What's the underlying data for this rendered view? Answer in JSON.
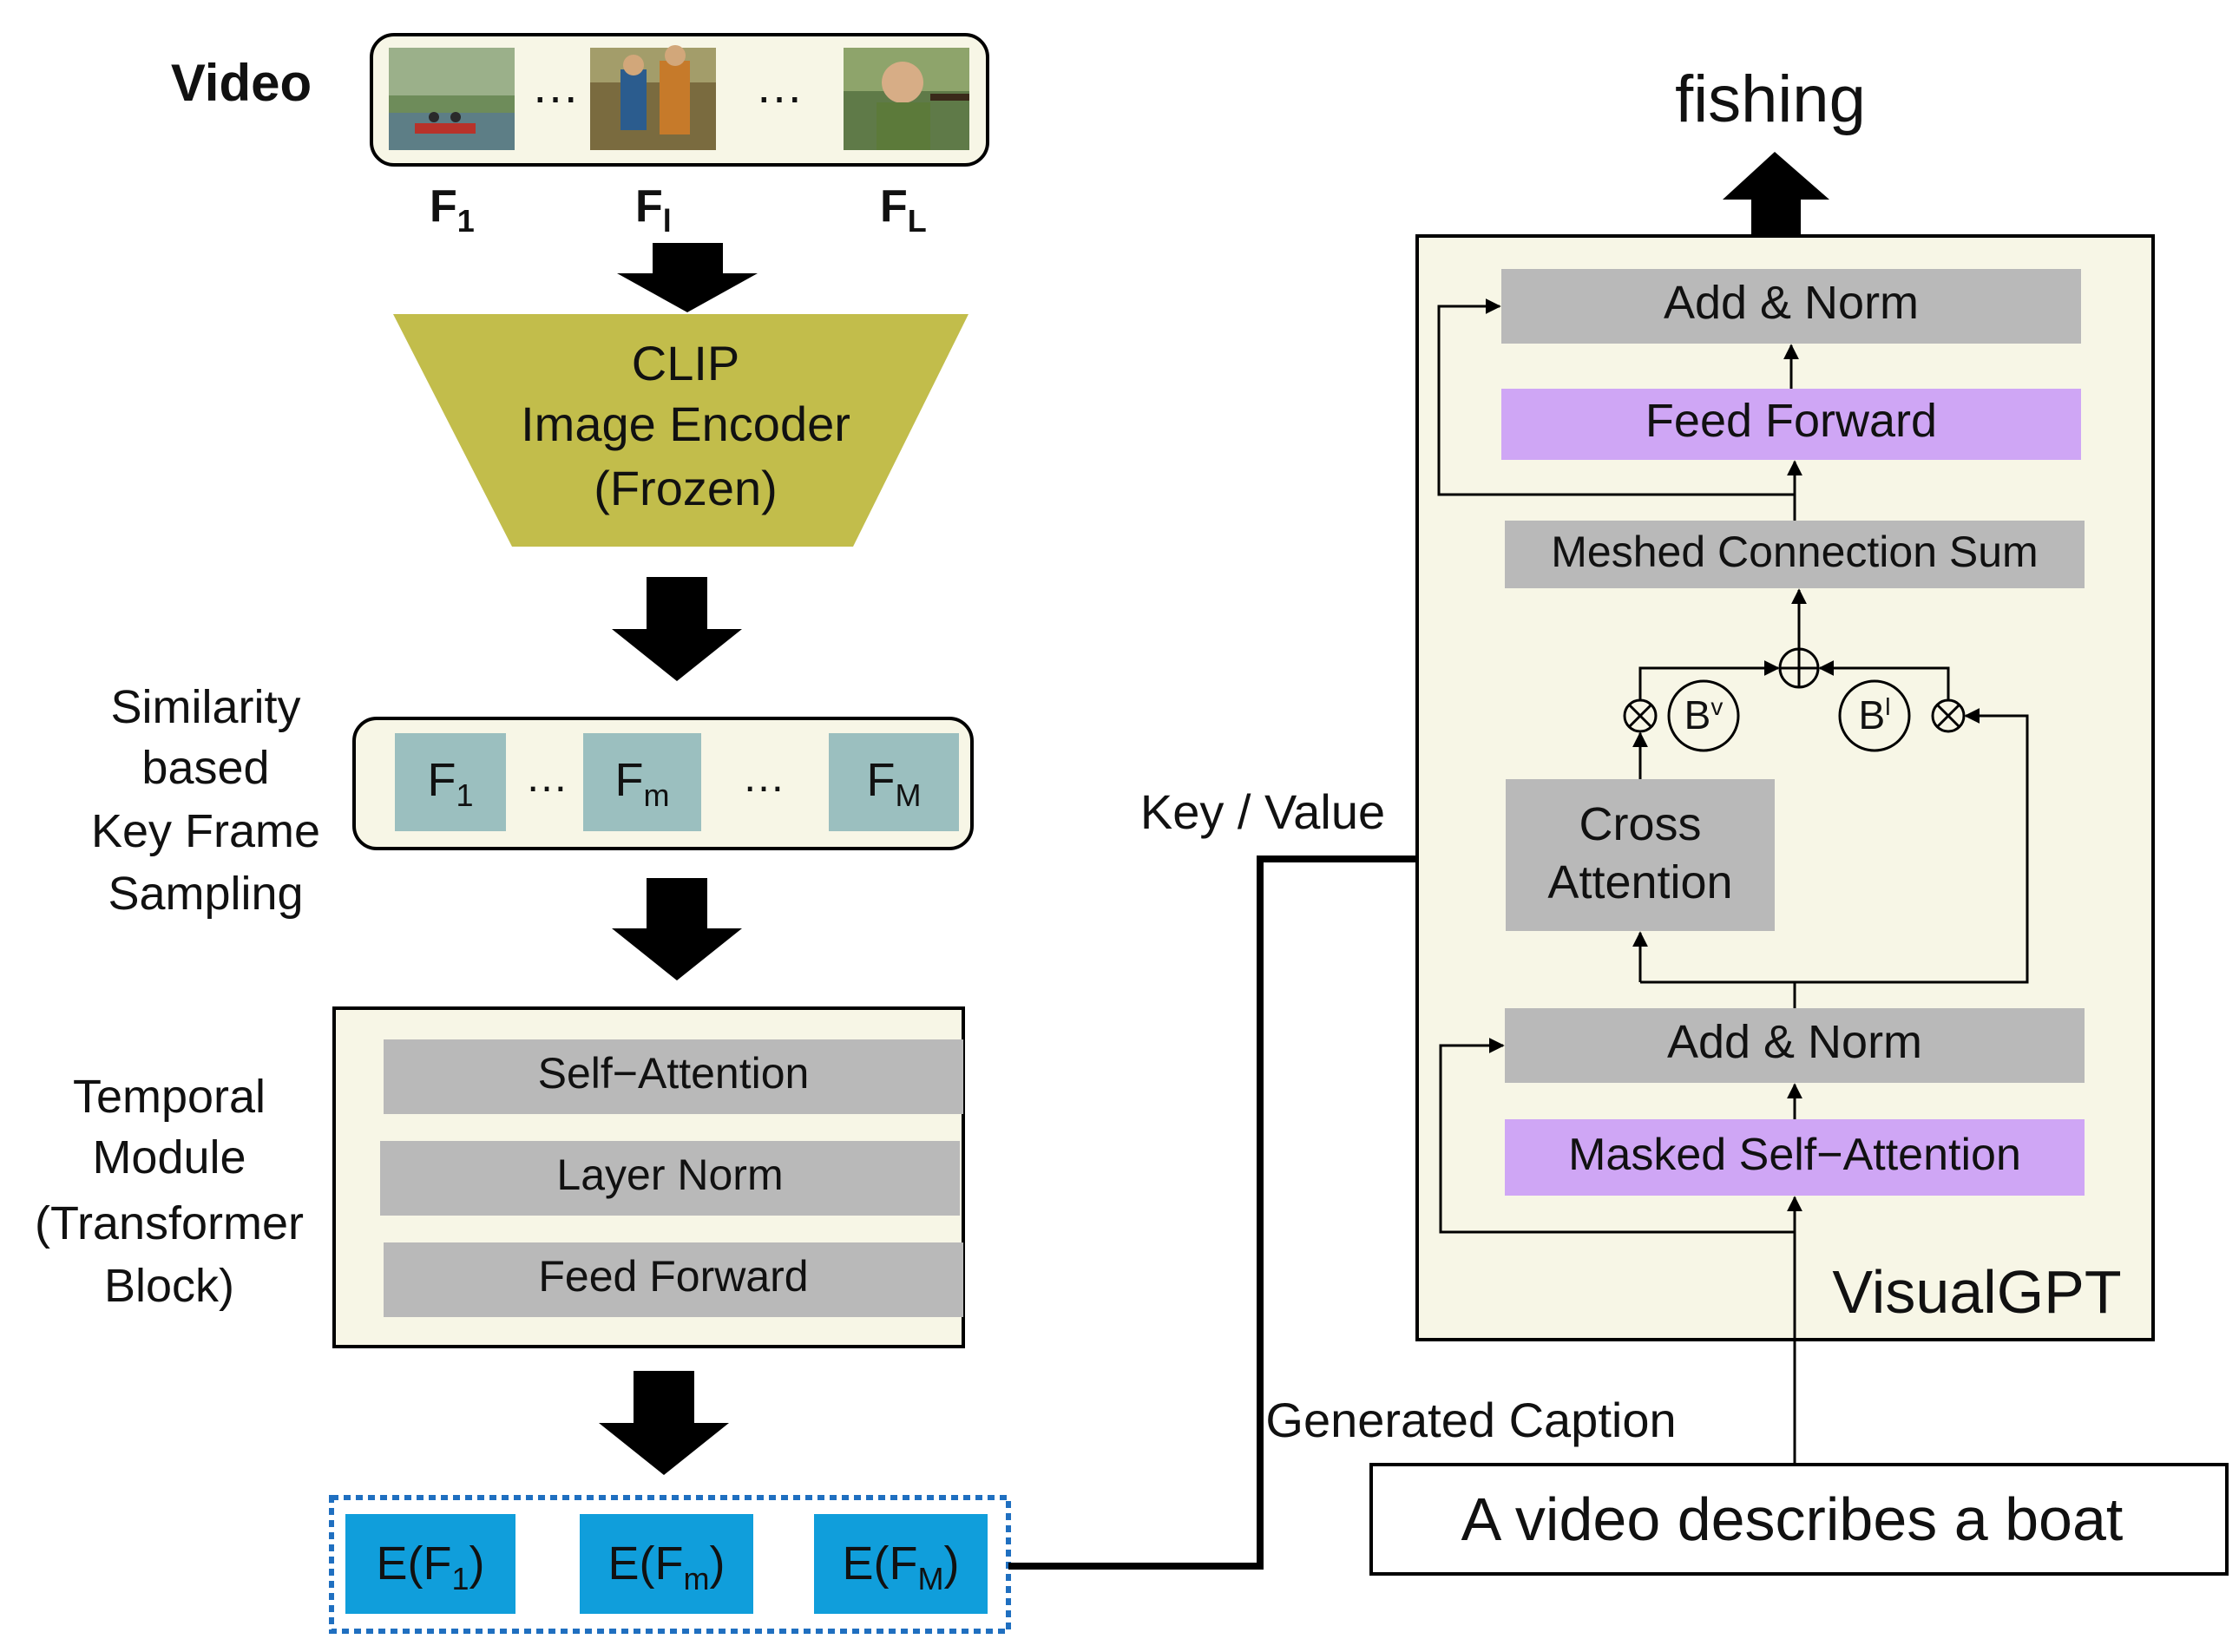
{
  "colors": {
    "panel_fill": "#f7f6e6",
    "gray_block": "#b9b9b9",
    "purple_block": "#cfa6f5",
    "teal_block": "#9bbfbf",
    "blue_block": "#109edb",
    "blue_border": "#1f6fc0",
    "encoder_fill": "#c2bd4b",
    "arrow": "#000000"
  },
  "left": {
    "video_label": "Video",
    "video_ellipsis": [
      "…",
      "…"
    ],
    "frame_labels": [
      {
        "base": "F",
        "sub": "1"
      },
      {
        "base": "F",
        "sub": "l"
      },
      {
        "base": "F",
        "sub": "L"
      }
    ],
    "encoder_lines": [
      "CLIP",
      "Image Encoder",
      "(Frozen)"
    ],
    "sampling_label_lines": [
      "Similarity",
      "based",
      "Key Frame",
      "Sampling"
    ],
    "key_frames": [
      {
        "base": "F",
        "sub": "1"
      },
      {
        "base": "F",
        "sub": "m"
      },
      {
        "base": "F",
        "sub": "M"
      }
    ],
    "key_frame_ellipsis": [
      "…",
      "…"
    ],
    "temporal_label_lines": [
      "Temporal",
      "Module",
      "(Transformer",
      "Block)"
    ],
    "transformer_layers": [
      "Self−Attention",
      "Layer Norm",
      "Feed Forward"
    ],
    "embeddings": [
      {
        "pre": "E(F",
        "sub": "1",
        "post": ")"
      },
      {
        "pre": "E(F",
        "sub": "m",
        "post": ")"
      },
      {
        "pre": "E(F",
        "sub": "M",
        "post": ")"
      }
    ]
  },
  "right": {
    "output_word": "fishing",
    "key_value_label": "Key / Value",
    "blocks": {
      "add_norm_top": "Add & Norm",
      "feed_forward": "Feed Forward",
      "meshed_sum": "Meshed Connection Sum",
      "cross_attention_lines": [
        "Cross",
        "Attention"
      ],
      "add_norm_bottom": "Add & Norm",
      "masked_self_attention": "Masked Self−Attention"
    },
    "gate_v": {
      "base": "B",
      "sup": "v"
    },
    "gate_l": {
      "base": "B",
      "sup": "l"
    },
    "brand": "VisualGPT",
    "caption_label": "Generated  Caption",
    "caption_text": "A video describes a boat"
  }
}
